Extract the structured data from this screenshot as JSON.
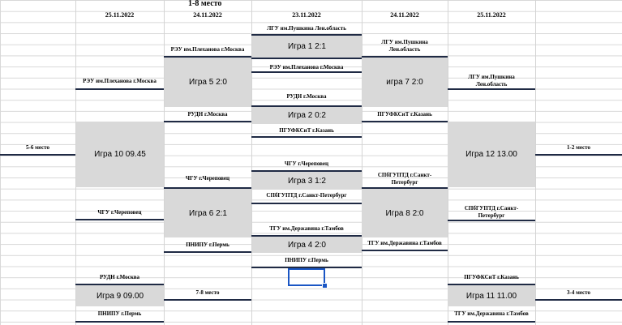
{
  "sheet": {
    "title": "1-8 место",
    "dates": [
      "25.11.2022",
      "24.11.2022",
      "23.11.2022",
      "24.11.2022",
      "25.11.2022"
    ]
  },
  "teams": {
    "lgu_1": "ЛГУ им.Пушкина Лен.область",
    "reu_1": "РЭУ им.Плеханова г.Москва",
    "rudn_1": "РУДН г.Москва",
    "pgufk_1": "ПГУФКСиТ г.Казань",
    "chgu_1": "ЧГУ г.Череповец",
    "spb_1": "СПбГУПТД г.Санкт-Петербург",
    "tgu_1": "ТГУ им.Державина г.Тамбов",
    "pnipu_1": "ПНИПУ г.Пермь",
    "reu_5": "РЭУ им.Плеханова г.Москва",
    "rudn_5": "РУДН г.Москва",
    "lgu_7a": "ЛГУ им.Пушкина",
    "lgu_7b": "Лен.область",
    "pgufk_7": "ПГУФКСиТ г.Казань",
    "chgu_6": "ЧГУ г.Череповец",
    "pnipu_6": "ПНИПУ г.Пермь",
    "spb_8a": "СПбГУПТД г.Санкт-",
    "spb_8b": "Петербург",
    "tgu_8": "ТГУ им.Державина г.Тамбов",
    "reu_10": "РЭУ им.Плеханова г.Москва",
    "chgu_10": "ЧГУ г.Череповец",
    "lgu_12a": "ЛГУ им.Пушкина",
    "lgu_12b": "Лен.область",
    "spb_12a": "СПбГУПТД г.Санкт-",
    "spb_12b": "Петербург",
    "rudn_9": "РУДН г.Москва",
    "pnipu_9": "ПНИПУ г.Пермь",
    "pgufk_11": "ПГУФКСиТ г.Казань",
    "tgu_11": "ТГУ им.Державина г.Тамбов"
  },
  "games": {
    "g1": "Игра 1      2:1",
    "g2": "Игра 2      0:2",
    "g3": "Игра 3      1:2",
    "g4": "Игра 4      2:0",
    "g5": "Игра 5   2:0",
    "g6": "Игра 6   2:1",
    "g7": "игра 7    2:0",
    "g8": "Игра 8     2:0",
    "g9": "Игра 9    09.00",
    "g10": "Игра 10    09.45",
    "g11": "Игра 11    11.00",
    "g12": "Игра 12    13.00"
  },
  "places": {
    "p56": "5-6 место",
    "p12": "1-2 место",
    "p78": "7-8 место",
    "p34": "3-4 место"
  }
}
